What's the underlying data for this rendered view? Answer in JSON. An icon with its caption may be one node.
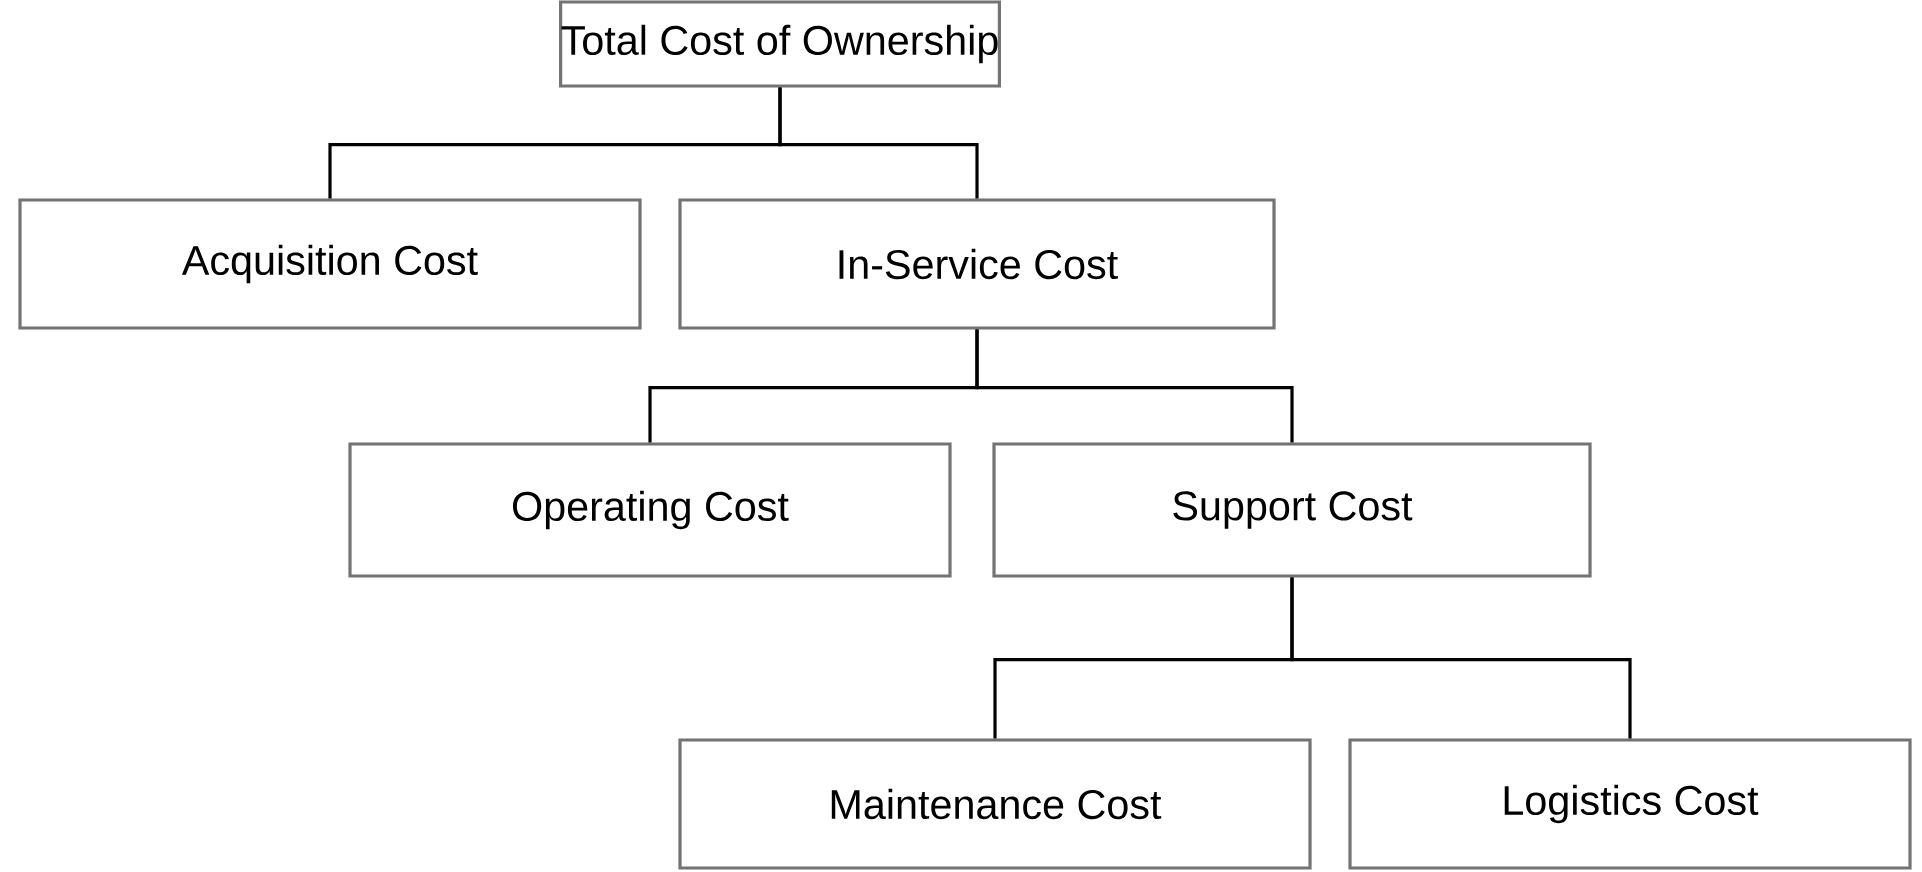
{
  "diagram": {
    "nodes": [
      {
        "text": [
          "Total Cost of Ownership"
        ]
      },
      {
        "text": [
          "Acquisition Cost"
        ]
      },
      {
        "text": [
          "In-Service Cost"
        ]
      },
      {
        "text": [
          "Operating Cost"
        ]
      },
      {
        "text": [
          "Support Cost"
        ]
      },
      {
        "text": [
          "Maintenance Cost"
        ]
      },
      {
        "text": [
          "Logistics Cost"
        ]
      }
    ],
    "edges": [
      {
        "from": 0,
        "to": 1,
        "arrow": "none"
      },
      {
        "from": 0,
        "to": 2,
        "arrow": "none"
      },
      {
        "from": 2,
        "to": 3,
        "arrow": "none"
      },
      {
        "from": 2,
        "to": 4,
        "arrow": "none"
      },
      {
        "from": 4,
        "to": 5,
        "arrow": "none"
      },
      {
        "from": 4,
        "to": 6,
        "arrow": "none"
      }
    ]
  }
}
